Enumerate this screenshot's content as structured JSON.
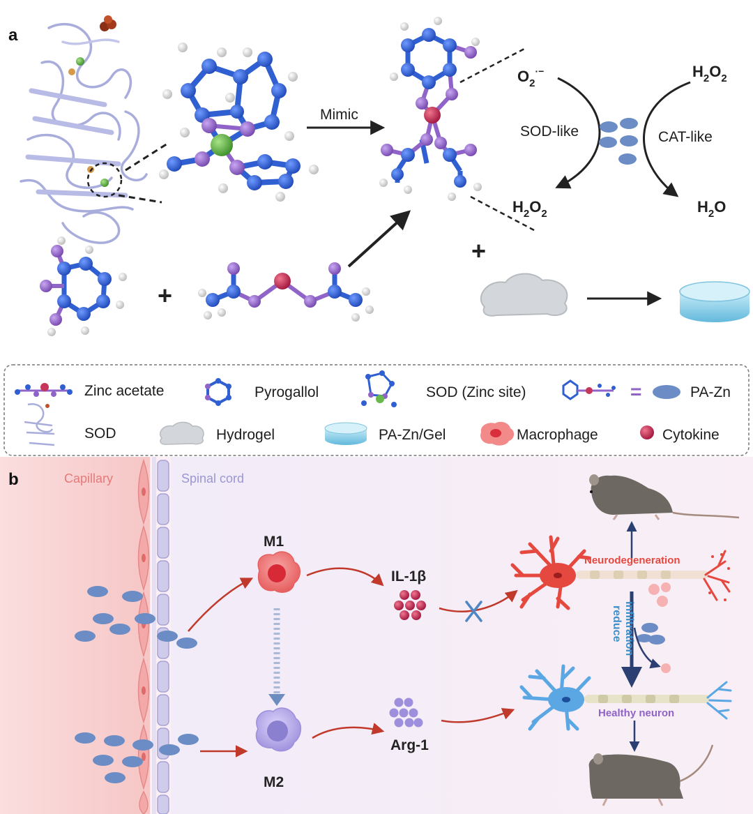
{
  "panel_a": {
    "label": "a",
    "mimic_label": "Mimic",
    "sod_like_label": "SOD-like",
    "cat_like_label": "CAT-like",
    "superoxide": {
      "base": "O",
      "sub": "2",
      "sup": "·−"
    },
    "h2o2_top": {
      "a": "H",
      "a_sub": "2",
      "b": "O",
      "b_sub": "2"
    },
    "h2o2_bottom": {
      "a": "H",
      "a_sub": "2",
      "b": "O",
      "b_sub": "2"
    },
    "h2o": {
      "a": "H",
      "a_sub": "2",
      "b": "O"
    },
    "plus_symbol": "+"
  },
  "legend": {
    "zinc_acetate": "Zinc acetate",
    "pyrogallol": "Pyrogallol",
    "sod_zinc_site": "SOD (Zinc site)",
    "equals": "=",
    "pa_zn": "PA-Zn",
    "sod": "SOD",
    "hydrogel": "Hydrogel",
    "pa_zn_gel": "PA-Zn/Gel",
    "macrophage": "Macrophage",
    "cytokine": "Cytokine"
  },
  "panel_b": {
    "label": "b",
    "capillary": "Capillary",
    "spinal_cord": "Spinal cord",
    "m1": "M1",
    "m2": "M2",
    "il1b": "IL-1β",
    "arg1": "Arg-1",
    "neurodegeneration": "Neurodegeneration",
    "healthy_neuron": "Healthy neuron",
    "reduce": "reduce",
    "infiltration": "infiltration"
  },
  "colors": {
    "atom_blue": "#2f5fd0",
    "atom_purple": "#8f63c8",
    "zinc_red": "#c7365a",
    "zinc_green": "#69b84b",
    "pa_zn_blue": "#6b8cc4",
    "capillary_red": "#e98585",
    "spinal_purple": "#a8a4d6",
    "m1_red": "#e24848",
    "m2_purple": "#9d8fdc",
    "arrow_red": "#c0392b",
    "neuron_blue": "#5aa7e4",
    "panel_b_bg": "#fbeef4"
  }
}
